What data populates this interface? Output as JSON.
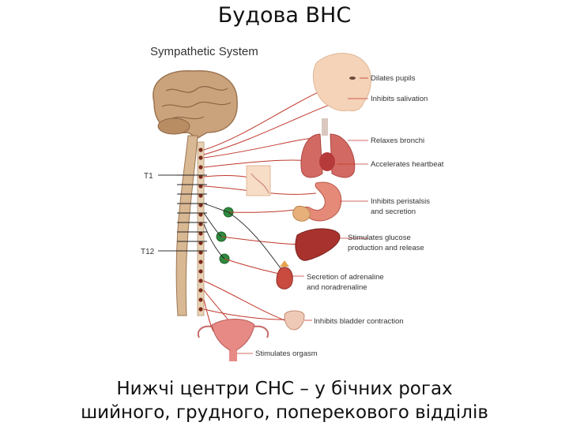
{
  "slide": {
    "title": "Будова ВНС",
    "caption_line1": "Нижчі центри СНС – у бічних рогах",
    "caption_line2": "шийного, грудного, поперекового відділів"
  },
  "diagram": {
    "heading": "Sympathetic System",
    "spine_labels": [
      "T1",
      "T12"
    ],
    "effects": [
      "Dilates pupils",
      "Inhibits salivation",
      "Relaxes bronchi",
      "Accelerates heartbeat",
      "Inhibits peristalsis",
      "and secretion",
      "Stimulates glucose",
      "production and release",
      "Secretion of adrenaline",
      "and noradrenaline",
      "Inhibits bladder contraction",
      "Stimulates orgasm"
    ],
    "colors": {
      "nerve": "#c0392b",
      "ganglion": "#2e8b3e",
      "brain": "#c9a27a",
      "organ_red": "#c94a3f",
      "skin": "#f4d3b8"
    }
  }
}
